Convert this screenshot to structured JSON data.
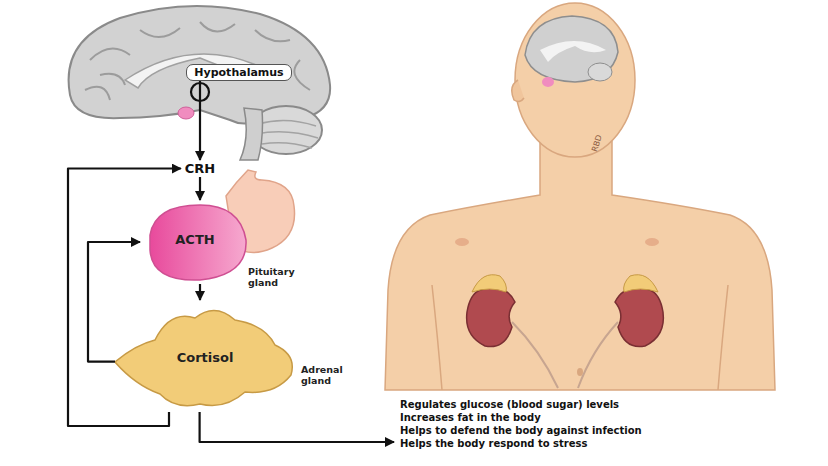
{
  "diagram": {
    "nodes": [
      {
        "text": [
          "Hypothalamus"
        ]
      },
      {
        "text": [
          "CRH"
        ]
      },
      {
        "text": [
          "ACTH",
          "Pituitary gland"
        ]
      },
      {
        "text": [
          "Cortisol",
          "Adrenal gland"
        ]
      },
      {
        "text": [
          "Regulates glucose (blood sugar) levels",
          "Increases fat in the body",
          "Helps to defend the body against infection",
          "Helps the body respond to stress"
        ]
      }
    ],
    "edges": [
      {
        "from": 0,
        "to": 1,
        "arrow": "to"
      },
      {
        "from": 1,
        "to": 2,
        "arrow": "to"
      },
      {
        "from": 2,
        "to": 3,
        "arrow": "to"
      },
      {
        "from": 3,
        "to": 1,
        "arrow": "to"
      },
      {
        "from": 3,
        "to": 2,
        "arrow": "to"
      },
      {
        "from": 3,
        "to": 4,
        "arrow": "to"
      }
    ],
    "labels": [
      "RBD"
    ]
  }
}
